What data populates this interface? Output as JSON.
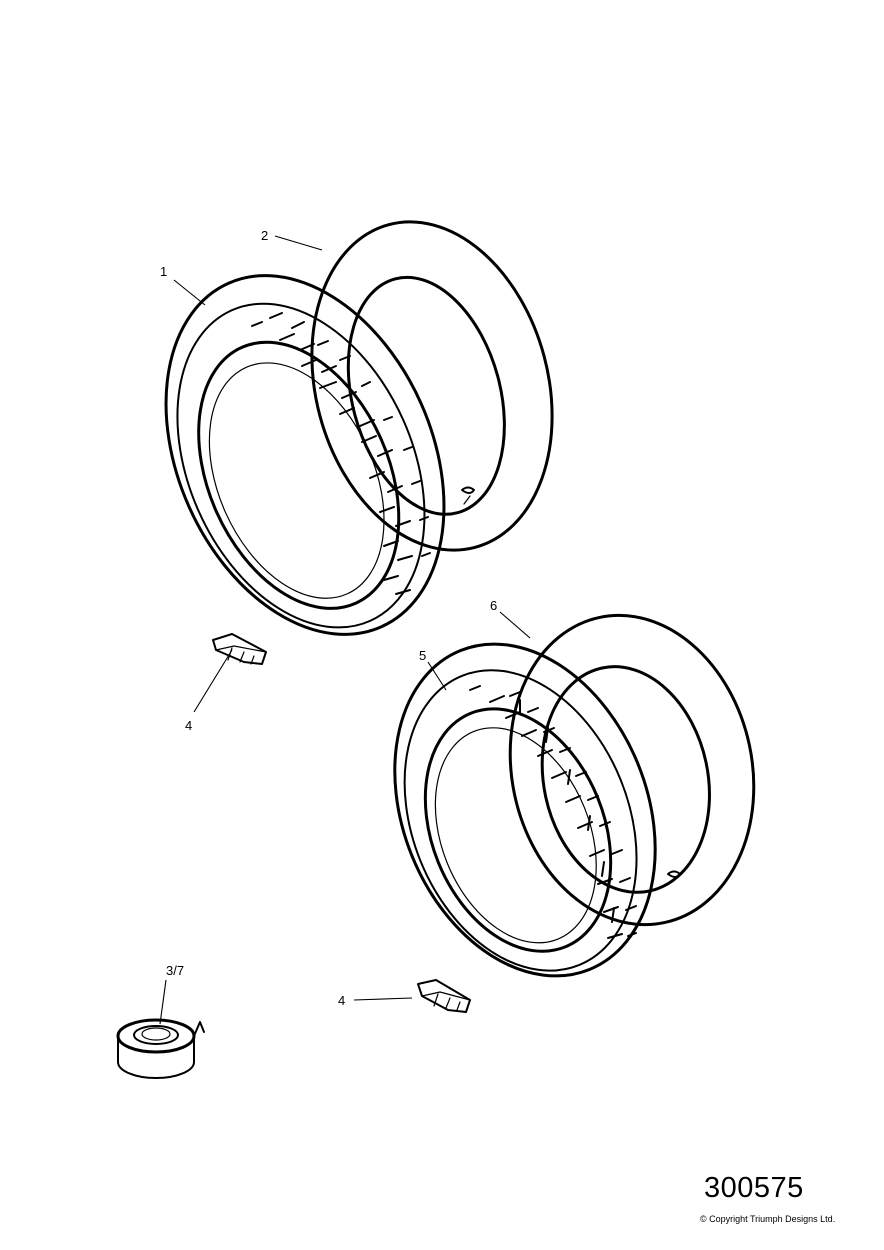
{
  "callouts": {
    "c1": "1",
    "c2": "2",
    "c3": "3/7",
    "c4a": "4",
    "c4b": "4",
    "c5": "5",
    "c6": "6"
  },
  "figure_number": "300575",
  "copyright": "© Copyright Triumph Designs Ltd."
}
